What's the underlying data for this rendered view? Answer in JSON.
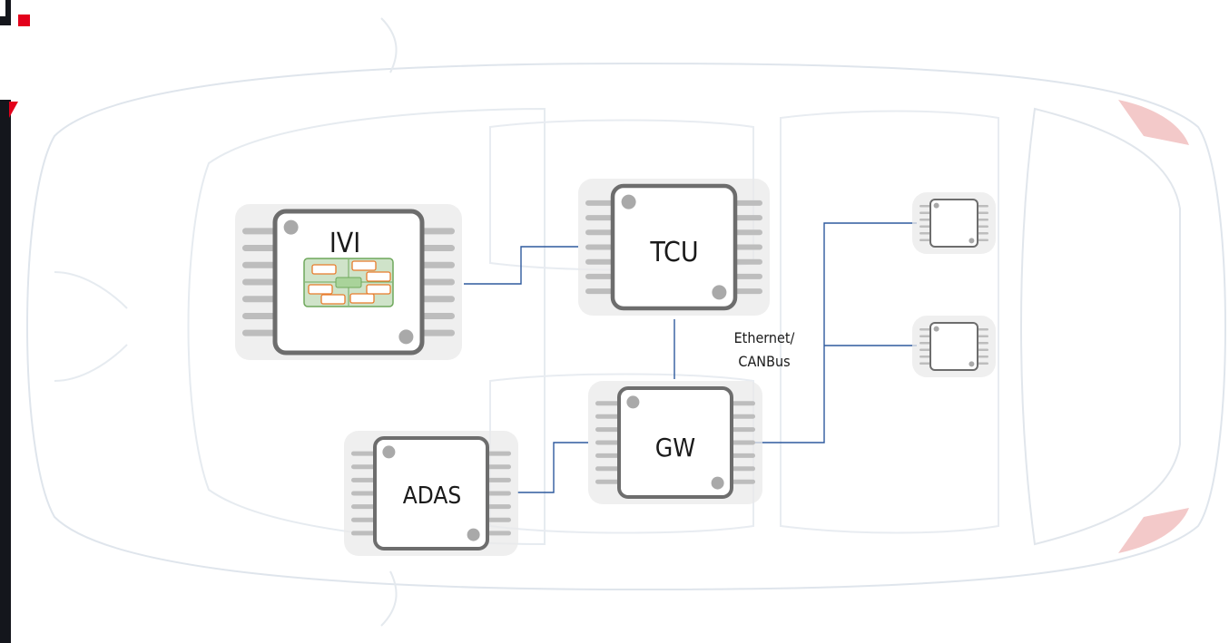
{
  "colors": {
    "accent": "#e3001b",
    "bus_line": "#2f5a9e",
    "chip_border": "#6d6d6d",
    "chip_halo": "#eaeaea",
    "chip_fill": "#ffffff",
    "pin": "#bdbdbd",
    "dot": "#a9a9a9",
    "board_fill": "#cfe3c9",
    "board_border": "#6fa85c",
    "component_border": "#e87b2a",
    "car_outline": "#dde3ea"
  },
  "ecus": {
    "ivi": {
      "label": "IVI"
    },
    "tcu": {
      "label": "TCU"
    },
    "gw": {
      "label": "GW"
    },
    "adas": {
      "label": "ADAS"
    }
  },
  "network": {
    "label_line1": "Ethernet/",
    "label_line2": "CANBus"
  },
  "icons": {
    "board": "circuit-board-icon",
    "small_chip": "microchip-icon",
    "car": "car-top-view-icon"
  }
}
